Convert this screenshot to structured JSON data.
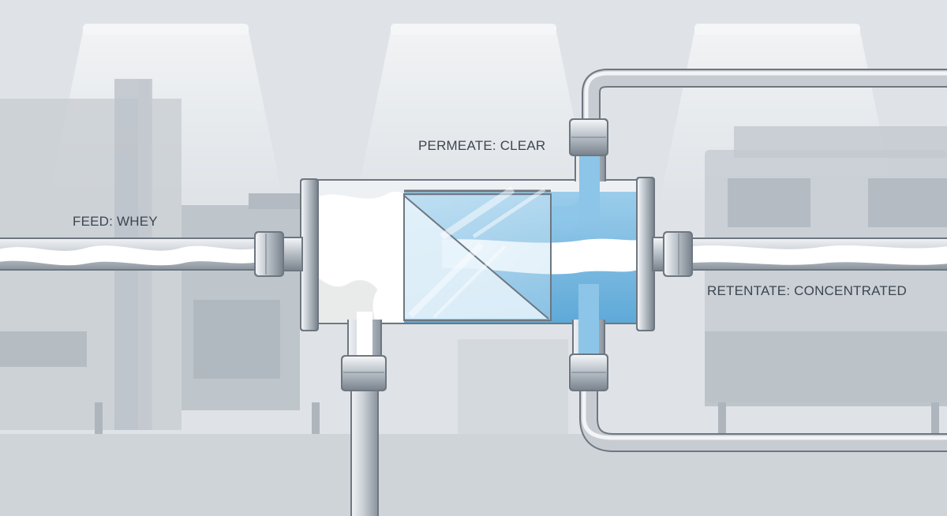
{
  "labels": {
    "feed": "FEED: WHEY",
    "permeate": "PERMEATE: CLEAR",
    "retentate": "RETENTATE: CONCENTRATED"
  },
  "colors": {
    "background": "#dfe3e7",
    "whey": "#ffffff",
    "permeate_water": "#7fbde3",
    "pipe_steel": "#c4cad1",
    "label_text": "#3d4651"
  }
}
